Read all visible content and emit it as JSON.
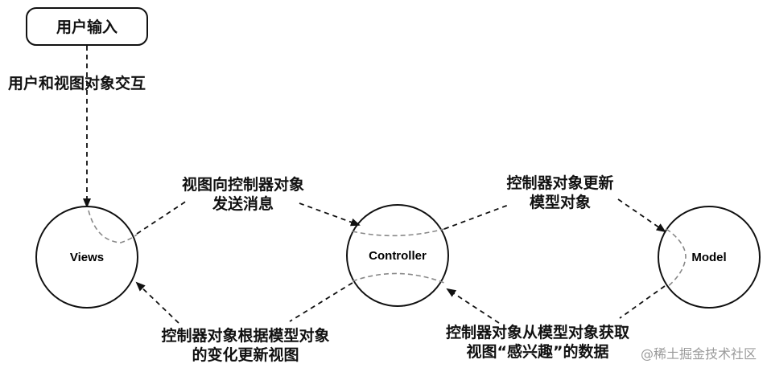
{
  "start_box": "用户输入",
  "nodes": {
    "views": "Views",
    "controller": "Controller",
    "model": "Model"
  },
  "labels": {
    "user_views": "用户和视图对象交互",
    "views_to_controller": [
      "视图向控制器对象",
      "发送消息"
    ],
    "controller_to_model": [
      "控制器对象更新",
      "模型对象"
    ],
    "controller_to_views": [
      "控制器对象根据模型对象",
      "的变化更新视图"
    ],
    "model_to_controller": [
      "控制器对象从模型对象获取",
      "视图“感兴趣”的数据"
    ]
  },
  "watermark": "@稀土掘金技术社区"
}
